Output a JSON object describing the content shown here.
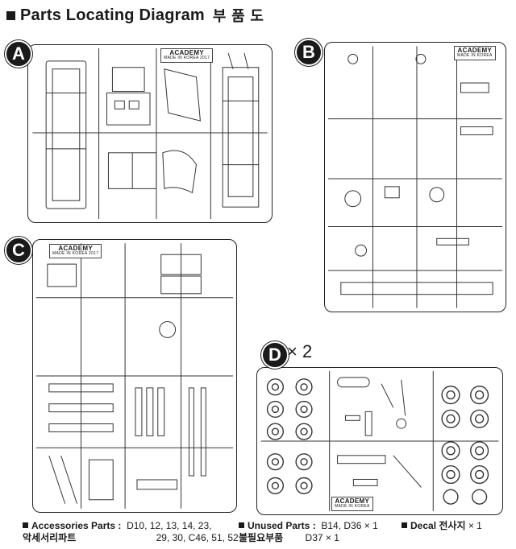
{
  "header": {
    "title": "Parts Locating Diagram",
    "title_ko": "부 품 도"
  },
  "sprues": {
    "a": {
      "label": "A",
      "brand": "ACADEMY",
      "brand_sub": "MADE IN KOREA 2017"
    },
    "b": {
      "label": "B",
      "brand": "ACADEMY",
      "brand_sub": "MADE IN KOREA"
    },
    "c": {
      "label": "C",
      "brand": "ACADEMY",
      "brand_sub": "MADE IN KOREA 2017"
    },
    "d": {
      "label": "D",
      "multiplier": "× 2",
      "brand": "ACADEMY",
      "brand_sub": "MADE IN KOREA"
    }
  },
  "notes": {
    "accessories": {
      "label": "Accessories Parts :",
      "label_ko": "악세서리파트",
      "line1": "D10,  12,  13,  14,  23,",
      "line2": "29,  30,    C46,  51,  52"
    },
    "unused": {
      "label": "Unused Parts :",
      "label_ko": "불필요부품",
      "line1": "B14,  D36  × 1",
      "line2": "D37  × 1"
    },
    "decal": {
      "label": "Decal",
      "label_ko": "전사지",
      "value": "× 1"
    }
  },
  "colors": {
    "ink": "#1a1a1a",
    "background": "#ffffff"
  }
}
